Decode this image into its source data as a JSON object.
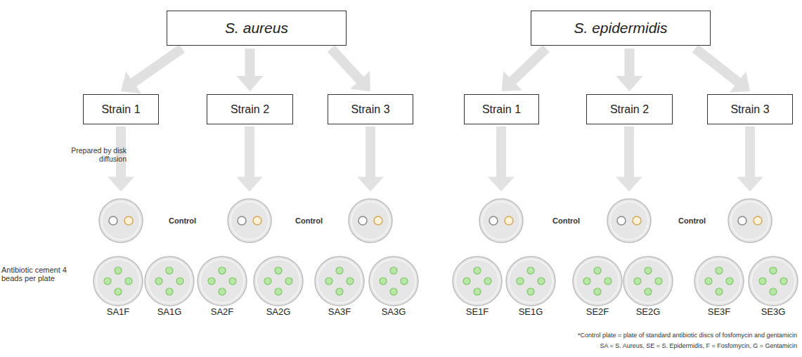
{
  "diagram": {
    "nodes": [
      {
        "text": [
          "S. aureus"
        ]
      },
      {
        "text": [
          "S. epidermidis"
        ]
      },
      {
        "text": [
          "Strain 1"
        ]
      },
      {
        "text": [
          "Strain 2"
        ]
      },
      {
        "text": [
          "Strain 3"
        ]
      },
      {
        "text": [
          "Strain 1"
        ]
      },
      {
        "text": [
          "Strain 2"
        ]
      },
      {
        "text": [
          "Strain 3"
        ]
      },
      {
        "text": [
          "SA1F"
        ]
      },
      {
        "text": [
          "SA1G"
        ]
      },
      {
        "text": [
          "SA2F"
        ]
      },
      {
        "text": [
          "SA2G"
        ]
      },
      {
        "text": [
          "SA3F"
        ]
      },
      {
        "text": [
          "SA3G"
        ]
      },
      {
        "text": [
          "SE1F"
        ]
      },
      {
        "text": [
          "SE1G"
        ]
      },
      {
        "text": [
          "SE2F"
        ]
      },
      {
        "text": [
          "SE2G"
        ]
      },
      {
        "text": [
          "SE3F"
        ]
      },
      {
        "text": [
          "SE3G"
        ]
      }
    ],
    "edges": [
      {
        "from": 0,
        "to": 2,
        "arrow": "to"
      },
      {
        "from": 0,
        "to": 3,
        "arrow": "to"
      },
      {
        "from": 0,
        "to": 4,
        "arrow": "to"
      },
      {
        "from": 1,
        "to": 5,
        "arrow": "to"
      },
      {
        "from": 1,
        "to": 6,
        "arrow": "to"
      },
      {
        "from": 1,
        "to": 7,
        "arrow": "to"
      }
    ],
    "labels": [
      "Prepared by disk diffusion",
      "Antibiotic cement 4 beads per plate",
      "Control",
      "Control",
      "Control",
      "Control",
      "*Control plate = plate of standard antibiotic discs of fosfomycin and gentamicin",
      "SA = S. Aureus, SE = S. Epidermidis, F = Fosfomycin, G = Gentamicin"
    ]
  }
}
